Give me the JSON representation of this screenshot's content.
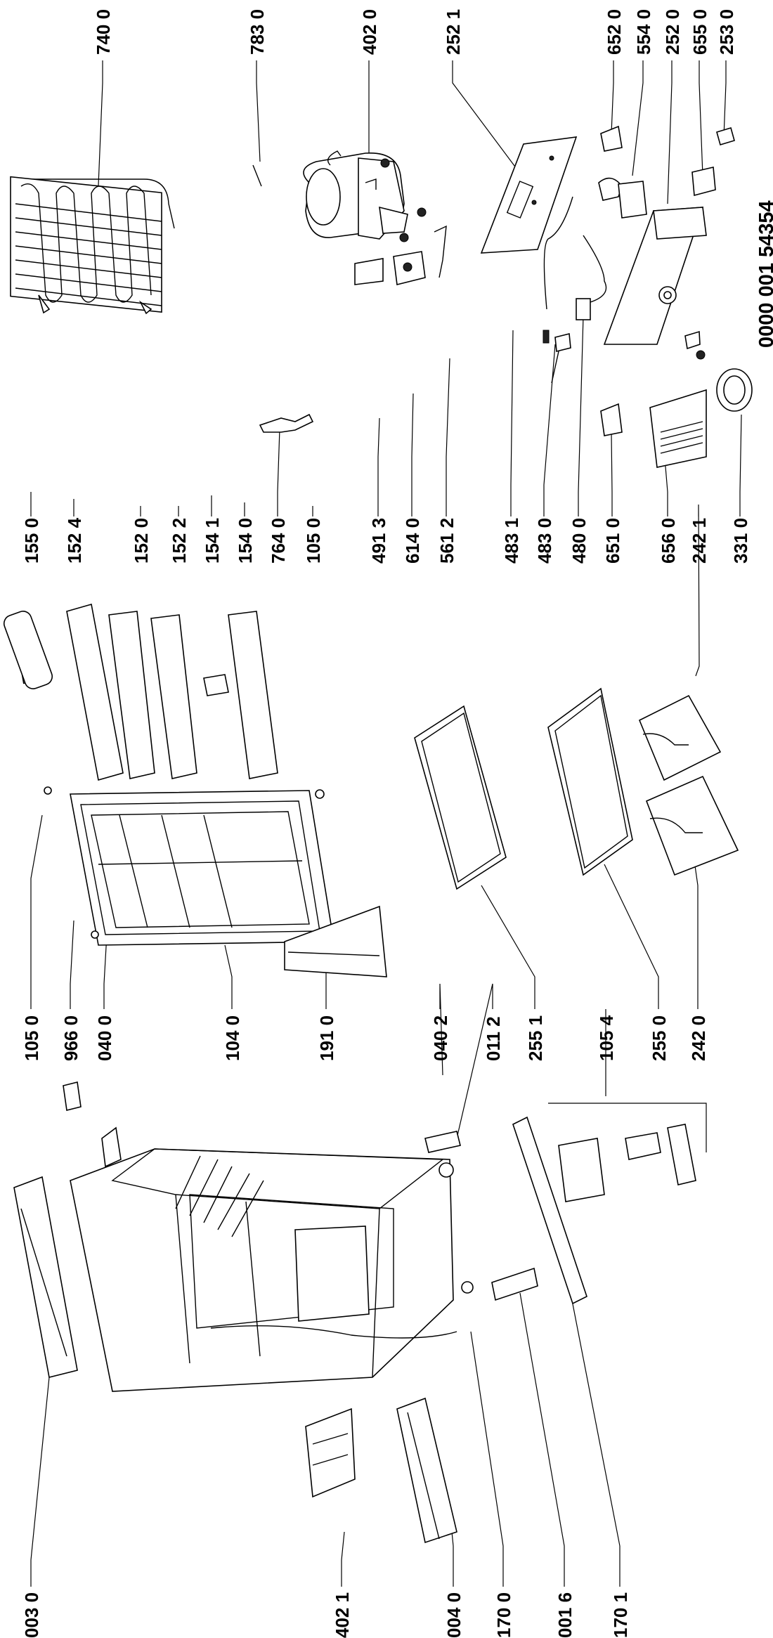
{
  "document_id": "0000 001 54354",
  "callouts_top": [
    {
      "id": "c-740-0",
      "text": "740 0"
    },
    {
      "id": "c-783-0",
      "text": "783 0"
    },
    {
      "id": "c-402-0",
      "text": "402 0"
    },
    {
      "id": "c-252-1",
      "text": "252 1"
    },
    {
      "id": "c-652-0",
      "text": "652 0"
    },
    {
      "id": "c-554-0",
      "text": "554 0"
    },
    {
      "id": "c-252-0",
      "text": "252 0"
    },
    {
      "id": "c-655-0",
      "text": "655 0"
    },
    {
      "id": "c-253-0",
      "text": "253 0"
    }
  ],
  "callouts_middle": [
    {
      "id": "c-155-0",
      "text": "155 0"
    },
    {
      "id": "c-152-4",
      "text": "152 4"
    },
    {
      "id": "c-152-0",
      "text": "152 0"
    },
    {
      "id": "c-152-2",
      "text": "152 2"
    },
    {
      "id": "c-154-1",
      "text": "154 1"
    },
    {
      "id": "c-154-0",
      "text": "154 0"
    },
    {
      "id": "c-764-0",
      "text": "764 0"
    },
    {
      "id": "c-105-0a",
      "text": "105 0"
    },
    {
      "id": "c-491-3",
      "text": "491 3"
    },
    {
      "id": "c-614-0",
      "text": "614 0"
    },
    {
      "id": "c-561-2",
      "text": "561 2"
    },
    {
      "id": "c-483-1",
      "text": "483 1"
    },
    {
      "id": "c-483-0",
      "text": "483 0"
    },
    {
      "id": "c-480-0",
      "text": "480 0"
    },
    {
      "id": "c-651-0",
      "text": "651 0"
    },
    {
      "id": "c-656-0",
      "text": "656 0"
    },
    {
      "id": "c-242-1",
      "text": "242 1"
    },
    {
      "id": "c-331-0",
      "text": "331 0"
    },
    {
      "id": "c-105-0b",
      "text": "105 0"
    },
    {
      "id": "c-966-0",
      "text": "966 0"
    },
    {
      "id": "c-040-0",
      "text": "040 0"
    },
    {
      "id": "c-104-0",
      "text": "104 0"
    },
    {
      "id": "c-191-0",
      "text": "191 0"
    },
    {
      "id": "c-040-2",
      "text": "040 2"
    },
    {
      "id": "c-011-2",
      "text": "011 2"
    },
    {
      "id": "c-255-1",
      "text": "255 1"
    },
    {
      "id": "c-105-4",
      "text": "105 4"
    },
    {
      "id": "c-255-0",
      "text": "255 0"
    },
    {
      "id": "c-242-0",
      "text": "242 0"
    }
  ],
  "callouts_bottom": [
    {
      "id": "c-003-0",
      "text": "003 0"
    },
    {
      "id": "c-402-1",
      "text": "402 1"
    },
    {
      "id": "c-004-0",
      "text": "004 0"
    },
    {
      "id": "c-170-0",
      "text": "170 0"
    },
    {
      "id": "c-001-6",
      "text": "001 6"
    },
    {
      "id": "c-170-1",
      "text": "170 1"
    }
  ]
}
